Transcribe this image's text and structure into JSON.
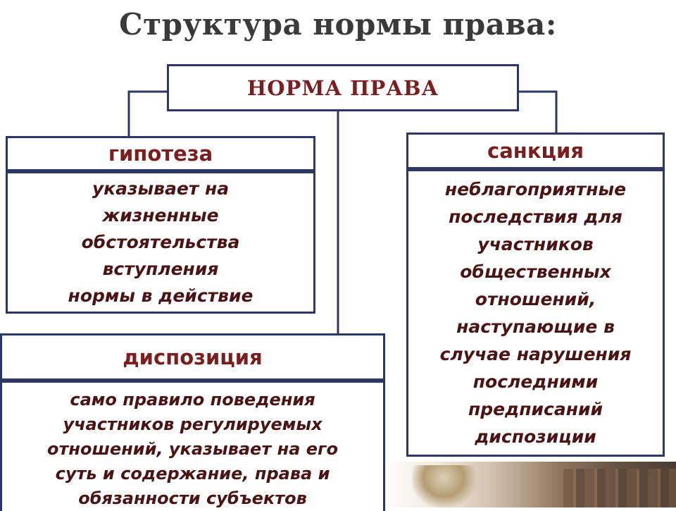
{
  "title": "Структура нормы права:",
  "root": {
    "label": "НОРМА  ПРАВА"
  },
  "hypothesis": {
    "title": "гипотеза",
    "lines": [
      "указывает на",
      "жизненные",
      "обстоятельства",
      "вступления",
      "нормы в действие"
    ]
  },
  "sanction": {
    "title": "санкция",
    "lines": [
      "неблагоприятные",
      "последствия для",
      "участников",
      "общественных",
      "отношений,",
      "наступающие в",
      "случае нарушения",
      "последними",
      "предписаний",
      "диспозиции"
    ]
  },
  "disposition": {
    "title": "диспозиция",
    "lines": [
      "само правило поведения",
      "участников регулируемых",
      "отношений, указывает на его",
      "суть и содержание, права и",
      "обязанности субъектов"
    ]
  },
  "colors": {
    "border": "#2d3766",
    "heading": "#7a1f1f",
    "text": "#4a1414",
    "title": "#3a3a3a"
  }
}
